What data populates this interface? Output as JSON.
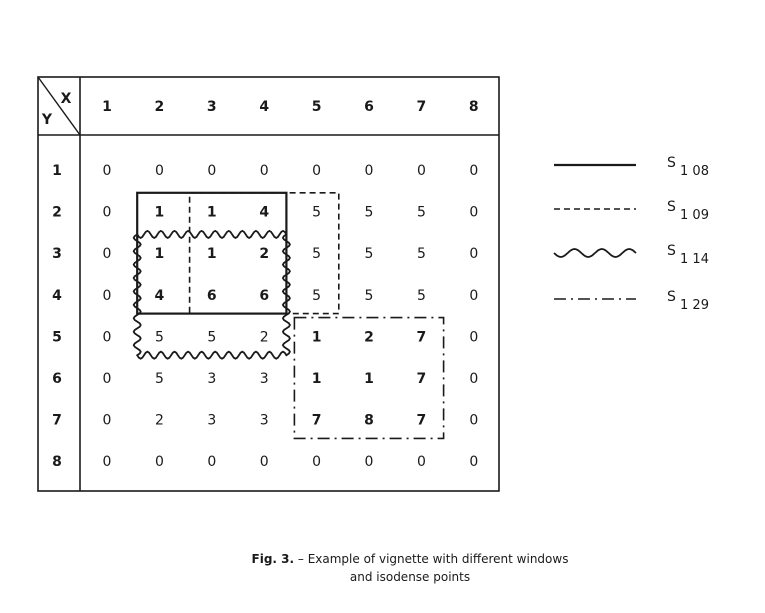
{
  "table": {
    "corner_x": "X",
    "corner_y": "Y",
    "col_headers": [
      "1",
      "2",
      "3",
      "4",
      "5",
      "6",
      "7",
      "8"
    ],
    "row_headers": [
      "1",
      "2",
      "3",
      "4",
      "5",
      "6",
      "7",
      "8"
    ],
    "cells": [
      [
        "0",
        "0",
        "0",
        "0",
        "0",
        "0",
        "0",
        "0"
      ],
      [
        "0",
        "1",
        "1",
        "4",
        "5",
        "5",
        "5",
        "0"
      ],
      [
        "0",
        "1",
        "1",
        "2",
        "5",
        "5",
        "5",
        "0"
      ],
      [
        "0",
        "4",
        "6",
        "6",
        "5",
        "5",
        "5",
        "0"
      ],
      [
        "0",
        "5",
        "5",
        "2",
        "1",
        "2",
        "7",
        "0"
      ],
      [
        "0",
        "5",
        "3",
        "3",
        "1",
        "1",
        "7",
        "0"
      ],
      [
        "0",
        "2",
        "3",
        "3",
        "7",
        "8",
        "7",
        "0"
      ],
      [
        "0",
        "0",
        "0",
        "0",
        "0",
        "0",
        "0",
        "0"
      ]
    ],
    "bold_cells": [
      [
        1,
        1
      ],
      [
        1,
        2
      ],
      [
        1,
        3
      ],
      [
        2,
        1
      ],
      [
        2,
        2
      ],
      [
        2,
        3
      ],
      [
        3,
        1
      ],
      [
        3,
        2
      ],
      [
        3,
        3
      ],
      [
        4,
        4
      ],
      [
        4,
        5
      ],
      [
        4,
        6
      ],
      [
        5,
        4
      ],
      [
        5,
        5
      ],
      [
        5,
        6
      ],
      [
        6,
        4
      ],
      [
        6,
        5
      ],
      [
        6,
        6
      ]
    ]
  },
  "windows": [
    {
      "name": "S1 08",
      "style": "solid",
      "cols": [
        2,
        4
      ],
      "rows": [
        2,
        4
      ]
    },
    {
      "name": "S1 09",
      "style": "dashed",
      "cols": [
        3,
        5
      ],
      "rows": [
        2,
        4
      ]
    },
    {
      "name": "S1 14",
      "style": "wavy",
      "cols": [
        2,
        4
      ],
      "rows": [
        3,
        5
      ]
    },
    {
      "name": "S1 29",
      "style": "dashdot",
      "cols": [
        5,
        7
      ],
      "rows": [
        5,
        7
      ]
    }
  ],
  "legend": [
    {
      "style": "solid",
      "symbol": "S",
      "subscript": "1 08"
    },
    {
      "style": "dashed",
      "symbol": "S",
      "subscript": "1 09"
    },
    {
      "style": "wavy",
      "symbol": "S",
      "subscript": "1 14"
    },
    {
      "style": "dashdot",
      "symbol": "S",
      "subscript": "1 29"
    }
  ],
  "caption": {
    "fig_label": "Fig. 3.",
    "line1_rest": " – Example of vignette with different windows",
    "line2": "and isodense points"
  }
}
